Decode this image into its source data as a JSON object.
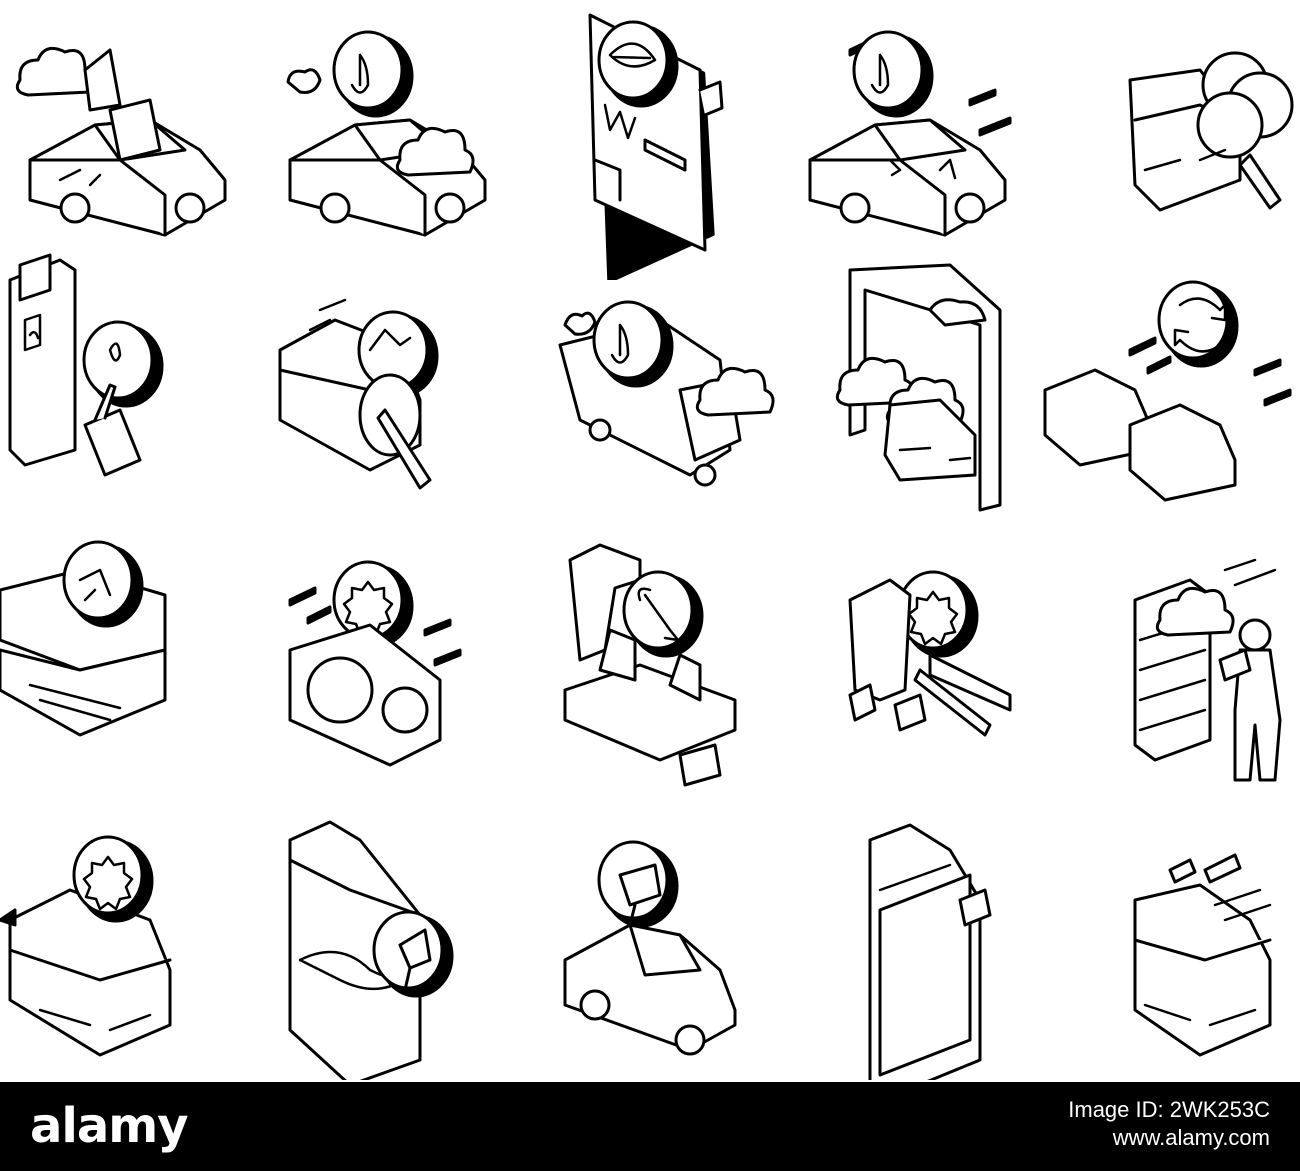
{
  "image": {
    "subject": "isometric line icon set",
    "background_color": "#ffffff",
    "line_color": "#000000"
  },
  "icons": [
    {
      "name": "car-body-crash-icon"
    },
    {
      "name": "car-paint-drop-icon"
    },
    {
      "name": "eco-document-leaf-icon"
    },
    {
      "name": "car-damage-repair-icon"
    },
    {
      "name": "color-selection-magnifier-icon"
    },
    {
      "name": "paint-can-drop-brush-icon"
    },
    {
      "name": "van-polishing-tool-icon"
    },
    {
      "name": "truck-paint-drop-icon"
    },
    {
      "name": "paint-booth-car-icon"
    },
    {
      "name": "car-exchange-cycle-icon"
    },
    {
      "name": "bumper-repair-icon"
    },
    {
      "name": "headlight-gear-icon"
    },
    {
      "name": "car-lift-wrench-icon"
    },
    {
      "name": "spray-gun-gear-icon"
    },
    {
      "name": "worker-wall-paint-icon"
    },
    {
      "name": "car-front-gear-icon"
    },
    {
      "name": "car-door-spray-icon"
    },
    {
      "name": "car-side-spray-icon"
    },
    {
      "name": "car-door-panel-icon"
    },
    {
      "name": "car-front-spray-icon"
    }
  ],
  "footer": {
    "logo_text": "alamy",
    "image_id_line": "Image ID: 2WK253C",
    "site_line": "www.alamy.com",
    "background_color": "#000000",
    "text_color": "#ffffff"
  }
}
